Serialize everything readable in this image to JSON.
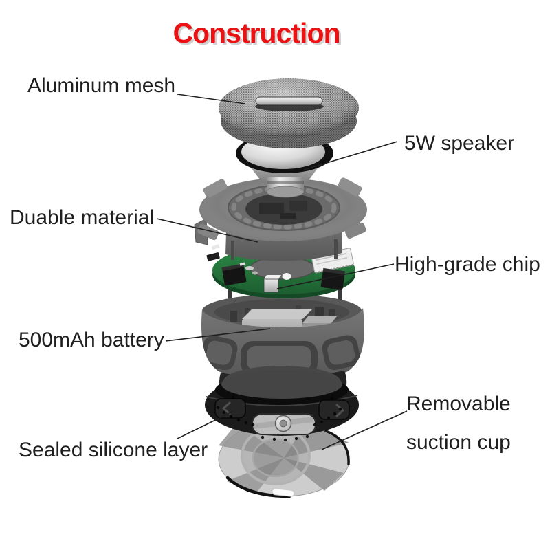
{
  "title": {
    "text": "Construction"
  },
  "colors": {
    "title_red": "#ea1212",
    "label_ink": "#1f1f1f",
    "pcb_green": "#26803c",
    "housing_gray": "#7e7e7e",
    "silicone_black": "#1b1b1b",
    "background": "#ffffff"
  },
  "labels": {
    "aluminum_mesh": "Aluminum mesh",
    "speaker": "5W speaker",
    "durable_material": "Duable material",
    "chip": "High-grade chip",
    "battery": "500mAh battery",
    "silicone": "Sealed silicone layer",
    "suction_line1": "Removable",
    "suction_line2": "suction cup"
  }
}
